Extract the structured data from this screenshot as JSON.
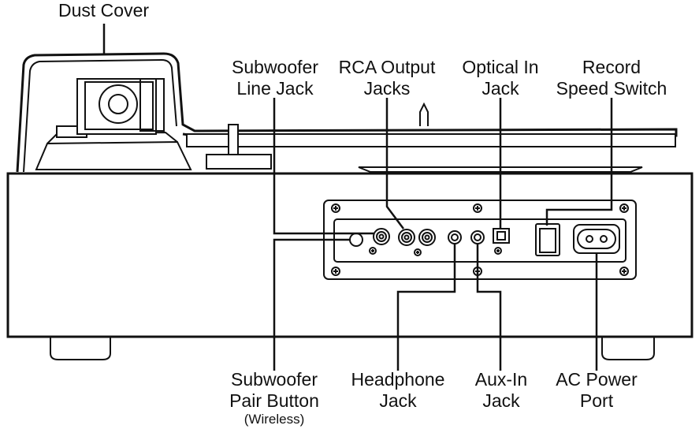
{
  "labels": {
    "dust_cover": "Dust Cover",
    "subwoofer_line_jack": [
      "Subwoofer",
      "Line Jack"
    ],
    "rca_output_jacks": [
      "RCA Output",
      "Jacks"
    ],
    "optical_in_jack": [
      "Optical In",
      "Jack"
    ],
    "record_speed_switch": [
      "Record",
      "Speed Switch"
    ],
    "subwoofer_pair_button": [
      "Subwoofer",
      "Pair Button"
    ],
    "subwoofer_pair_button_note": "(Wireless)",
    "headphone_jack": [
      "Headphone",
      "Jack"
    ],
    "aux_in_jack": [
      "Aux-In",
      "Jack"
    ],
    "ac_power_port": [
      "AC Power",
      "Port"
    ]
  },
  "colors": {
    "line": "#111111",
    "fill": "#ffffff",
    "shade": "#dcdcdc"
  }
}
